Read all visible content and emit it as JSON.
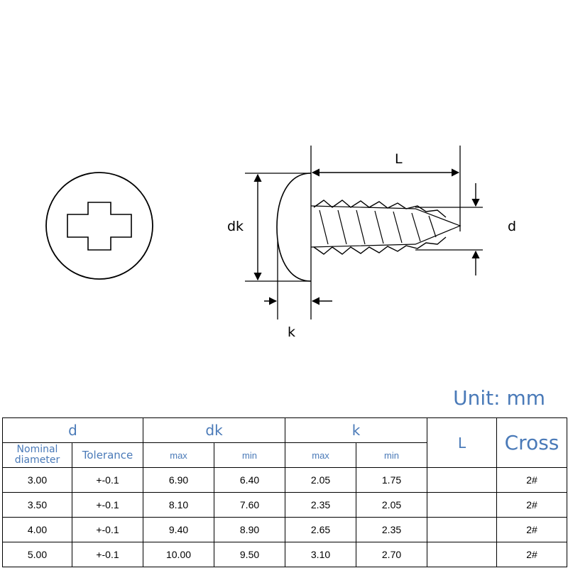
{
  "drawing": {
    "labels": {
      "L": "L",
      "dk": "dk",
      "d": "d",
      "k": "k"
    }
  },
  "unit_label": "Unit: mm",
  "table": {
    "group_headers": {
      "d": "d",
      "dk": "dk",
      "k": "k",
      "L": "L",
      "cross": "Cross"
    },
    "sub_headers": {
      "nominal_diameter": "Nominal diameter",
      "tolerance": "Tolerance",
      "dk_max": "max",
      "dk_min": "min",
      "k_max": "max",
      "k_min": "min"
    },
    "rows": [
      {
        "d": "3.00",
        "tolerance": "+-0.1",
        "dk_max": "6.90",
        "dk_min": "6.40",
        "k_max": "2.05",
        "k_min": "1.75",
        "L": "",
        "cross": "2#"
      },
      {
        "d": "3.50",
        "tolerance": "+-0.1",
        "dk_max": "8.10",
        "dk_min": "7.60",
        "k_max": "2.35",
        "k_min": "2.05",
        "L": "",
        "cross": "2#"
      },
      {
        "d": "4.00",
        "tolerance": "+-0.1",
        "dk_max": "9.40",
        "dk_min": "8.90",
        "k_max": "2.65",
        "k_min": "2.35",
        "L": "",
        "cross": "2#"
      },
      {
        "d": "5.00",
        "tolerance": "+-0.1",
        "dk_max": "10.00",
        "dk_min": "9.50",
        "k_max": "3.10",
        "k_min": "2.70",
        "L": "",
        "cross": "2#"
      }
    ]
  }
}
